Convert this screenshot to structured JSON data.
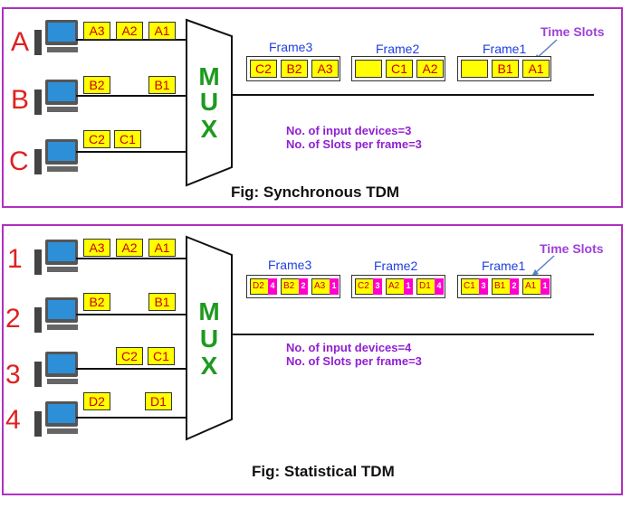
{
  "sync": {
    "device_labels": [
      "A",
      "B",
      "C"
    ],
    "device_slots": [
      [
        "A3",
        "A2",
        "A1"
      ],
      [
        "B2",
        "B1"
      ],
      [
        "C2",
        "C1"
      ]
    ],
    "mux": [
      "M",
      "U",
      "X"
    ],
    "frames": [
      {
        "label": "Frame3",
        "slots": [
          "C2",
          "B2",
          "A3"
        ]
      },
      {
        "label": "Frame2",
        "slots": [
          "",
          "C1",
          "A2"
        ]
      },
      {
        "label": "Frame1",
        "slots": [
          "",
          "B1",
          "A1"
        ]
      }
    ],
    "time_slots": "Time Slots",
    "info_line1": "No. of input devices=3",
    "info_line2": "No. of Slots per frame=3",
    "caption": "Fig: Synchronous TDM"
  },
  "stat": {
    "device_labels": [
      "1",
      "2",
      "3",
      "4"
    ],
    "device_slots": [
      [
        "A3",
        "A2",
        "A1"
      ],
      [
        "B2",
        "B1"
      ],
      [
        "C2",
        "C1"
      ],
      [
        "D2",
        "D1"
      ]
    ],
    "mux": [
      "M",
      "U",
      "X"
    ],
    "frames": [
      {
        "label": "Frame3",
        "slots": [
          {
            "v": "D2",
            "t": "4"
          },
          {
            "v": "B2",
            "t": "2"
          },
          {
            "v": "A3",
            "t": "1"
          }
        ]
      },
      {
        "label": "Frame2",
        "slots": [
          {
            "v": "C2",
            "t": "3"
          },
          {
            "v": "A2",
            "t": "1"
          },
          {
            "v": "D1",
            "t": "4"
          }
        ]
      },
      {
        "label": "Frame1",
        "slots": [
          {
            "v": "C1",
            "t": "3"
          },
          {
            "v": "B1",
            "t": "2"
          },
          {
            "v": "A1",
            "t": "1"
          }
        ]
      }
    ],
    "time_slots": "Time Slots",
    "info_line1": "No. of input devices=4",
    "info_line2": "No. of Slots per frame=3",
    "caption": "Fig: Statistical TDM"
  },
  "colors": {
    "border": "#b030c0",
    "slot": "#ffff00",
    "tag": "#ff00cc",
    "mux_text": "#1e9a1e",
    "device_label": "#e02020"
  }
}
